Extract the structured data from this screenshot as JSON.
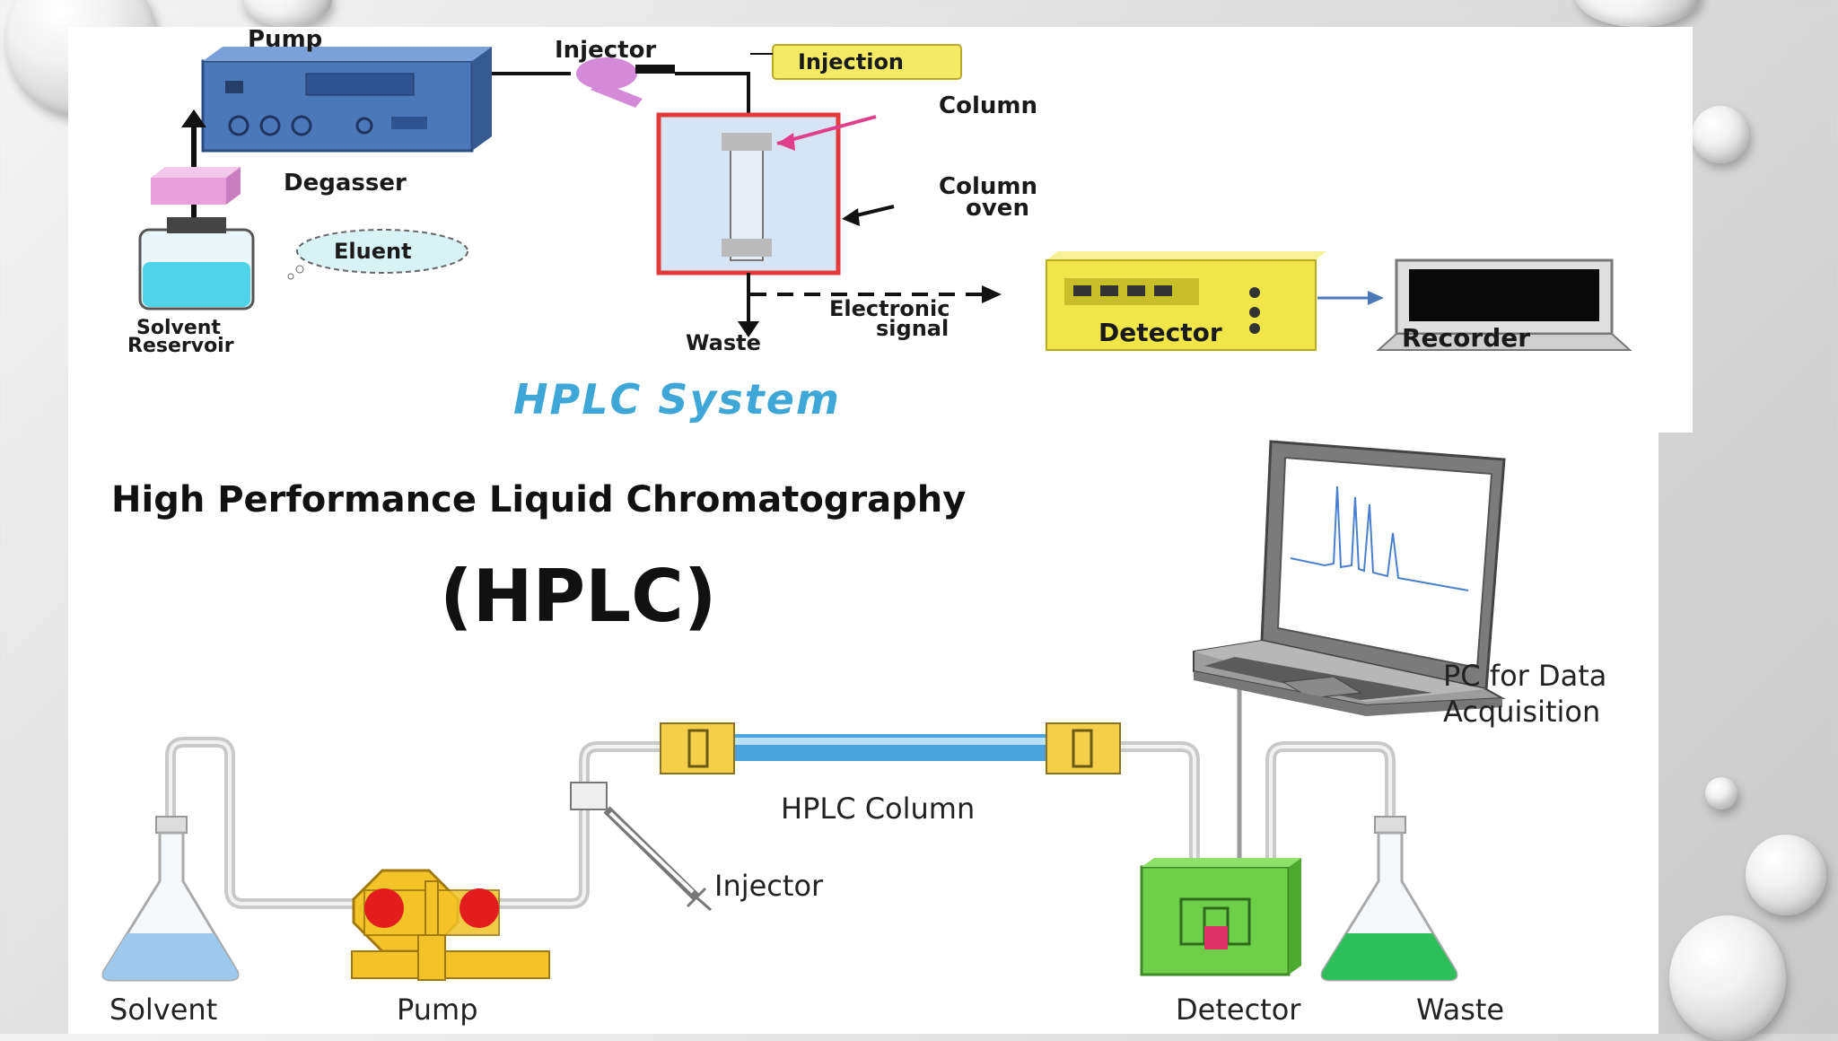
{
  "top_diagram": {
    "labels": {
      "pump": "Pump",
      "injector": "Injector",
      "injection": "Injection",
      "column": "Column",
      "degasser": "Degasser",
      "column_oven_line1": "Column",
      "column_oven_line2": "oven",
      "eluent": "Eluent",
      "solvent_reservoir_line1": "Solvent",
      "solvent_reservoir_line2": "Reservoir",
      "waste": "Waste",
      "electronic_signal_line1": "Electronic",
      "electronic_signal_line2": "signal",
      "detector": "Detector",
      "recorder": "Recorder"
    },
    "caption": "HPLC System"
  },
  "bottom_diagram": {
    "title": "High Performance Liquid Chromatography",
    "abbreviation": "(HPLC)",
    "labels": {
      "pc_line1": "PC for Data",
      "pc_line2": "Acquisition",
      "column": "HPLC Column",
      "injector": "Injector",
      "solvent": "Solvent",
      "pump": "Pump",
      "detector": "Detector",
      "waste": "Waste"
    }
  },
  "colors": {
    "pump_blue": "#4a78b8",
    "column_frame_red": "#e03a3a",
    "detector_yellow": "#f0e64a",
    "solvent_cyan": "#4fd4ea",
    "hplc_column_blue": "#4aa3dc",
    "fitting_yellow": "#f5cf4a",
    "pump_bottom_yellow": "#f2c428",
    "detector_green": "#6fcf4a",
    "waste_green": "#2fbf5a",
    "solvent_blue": "#9cc9ec",
    "caption_blue": "#3fa7d8"
  }
}
